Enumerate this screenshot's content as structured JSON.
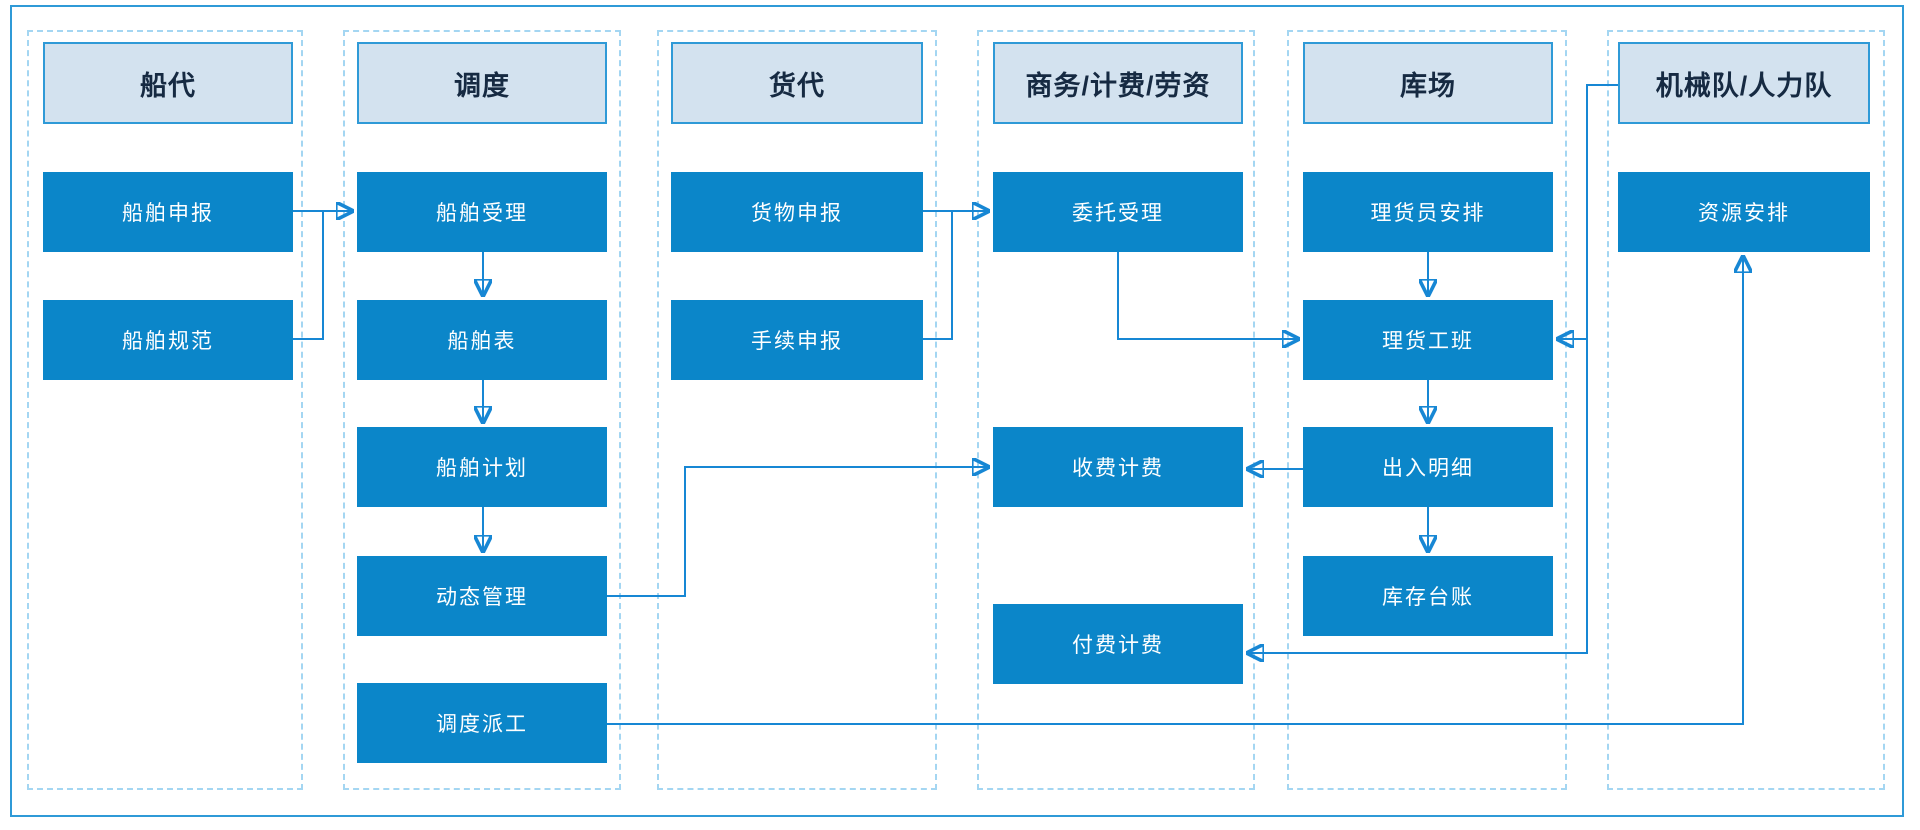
{
  "diagram_title": "",
  "columns": [
    {
      "id": "chuandai",
      "header": "船代",
      "boxes": [
        {
          "id": "chuanbo-shenbao",
          "label": "船舶申报"
        },
        {
          "id": "chuanbo-guifan",
          "label": "船舶规范"
        }
      ]
    },
    {
      "id": "diaodu",
      "header": "调度",
      "boxes": [
        {
          "id": "chuanbo-shouli",
          "label": "船舶受理"
        },
        {
          "id": "chuanbo-biao",
          "label": "船舶表"
        },
        {
          "id": "chuanbo-jihua",
          "label": "船舶计划"
        },
        {
          "id": "dongtai-guanli",
          "label": "动态管理"
        },
        {
          "id": "diaodu-paigong",
          "label": "调度派工"
        }
      ]
    },
    {
      "id": "huodai",
      "header": "货代",
      "boxes": [
        {
          "id": "huowu-shenbao",
          "label": "货物申报"
        },
        {
          "id": "shouxu-shenbao",
          "label": "手续申报"
        }
      ]
    },
    {
      "id": "shangwu",
      "header": "商务/计费/劳资",
      "boxes": [
        {
          "id": "weituo-shouli",
          "label": "委托受理"
        },
        {
          "id": "shoufei-jifei",
          "label": "收费计费"
        },
        {
          "id": "fufei-jifei",
          "label": "付费计费"
        }
      ]
    },
    {
      "id": "kuchang",
      "header": "库场",
      "boxes": [
        {
          "id": "lihuoyuan-anpai",
          "label": "理货员安排"
        },
        {
          "id": "lihuo-gongban",
          "label": "理货工班"
        },
        {
          "id": "churu-mingxi",
          "label": "出入明细"
        },
        {
          "id": "kucun-taizhang",
          "label": "库存台账"
        }
      ]
    },
    {
      "id": "jixiedui",
      "header": "机械队/人力队",
      "boxes": [
        {
          "id": "ziyuan-anpai",
          "label": "资源安排"
        }
      ]
    }
  ],
  "connectors": [
    {
      "from": "chuanbo-shenbao",
      "to": "chuanbo-shouli"
    },
    {
      "from": "chuanbo-guifan",
      "to": "chuanbo-shouli"
    },
    {
      "from": "chuanbo-shouli",
      "to": "chuanbo-biao"
    },
    {
      "from": "chuanbo-biao",
      "to": "chuanbo-jihua"
    },
    {
      "from": "chuanbo-jihua",
      "to": "dongtai-guanli"
    },
    {
      "from": "dongtai-guanli",
      "to": "shoufei-jifei"
    },
    {
      "from": "diaodu-paigong",
      "to": "ziyuan-anpai"
    },
    {
      "from": "huowu-shenbao",
      "to": "weituo-shouli"
    },
    {
      "from": "shouxu-shenbao",
      "to": "weituo-shouli"
    },
    {
      "from": "weituo-shouli",
      "to": "lihuo-gongban"
    },
    {
      "from": "lihuoyuan-anpai",
      "to": "lihuo-gongban"
    },
    {
      "from": "lihuo-gongban",
      "to": "churu-mingxi"
    },
    {
      "from": "churu-mingxi",
      "to": "kucun-taizhang"
    },
    {
      "from": "churu-mingxi",
      "to": "shoufei-jifei"
    },
    {
      "from": "jixiedui-header",
      "to": "fufei-jifei"
    },
    {
      "from": "jixiedui-header",
      "to": "lihuo-gongban"
    }
  ],
  "colors": {
    "box_blue": "#0b86c9",
    "header_fill": "#d3e2ef",
    "header_border": "#2f9ad7",
    "header_text": "#162a42",
    "line_blue": "#1787d4",
    "dashed_border": "#a4d6f2",
    "frame_border": "#2f9ad7",
    "node_text": "#ffffff",
    "background": "#ffffff"
  }
}
